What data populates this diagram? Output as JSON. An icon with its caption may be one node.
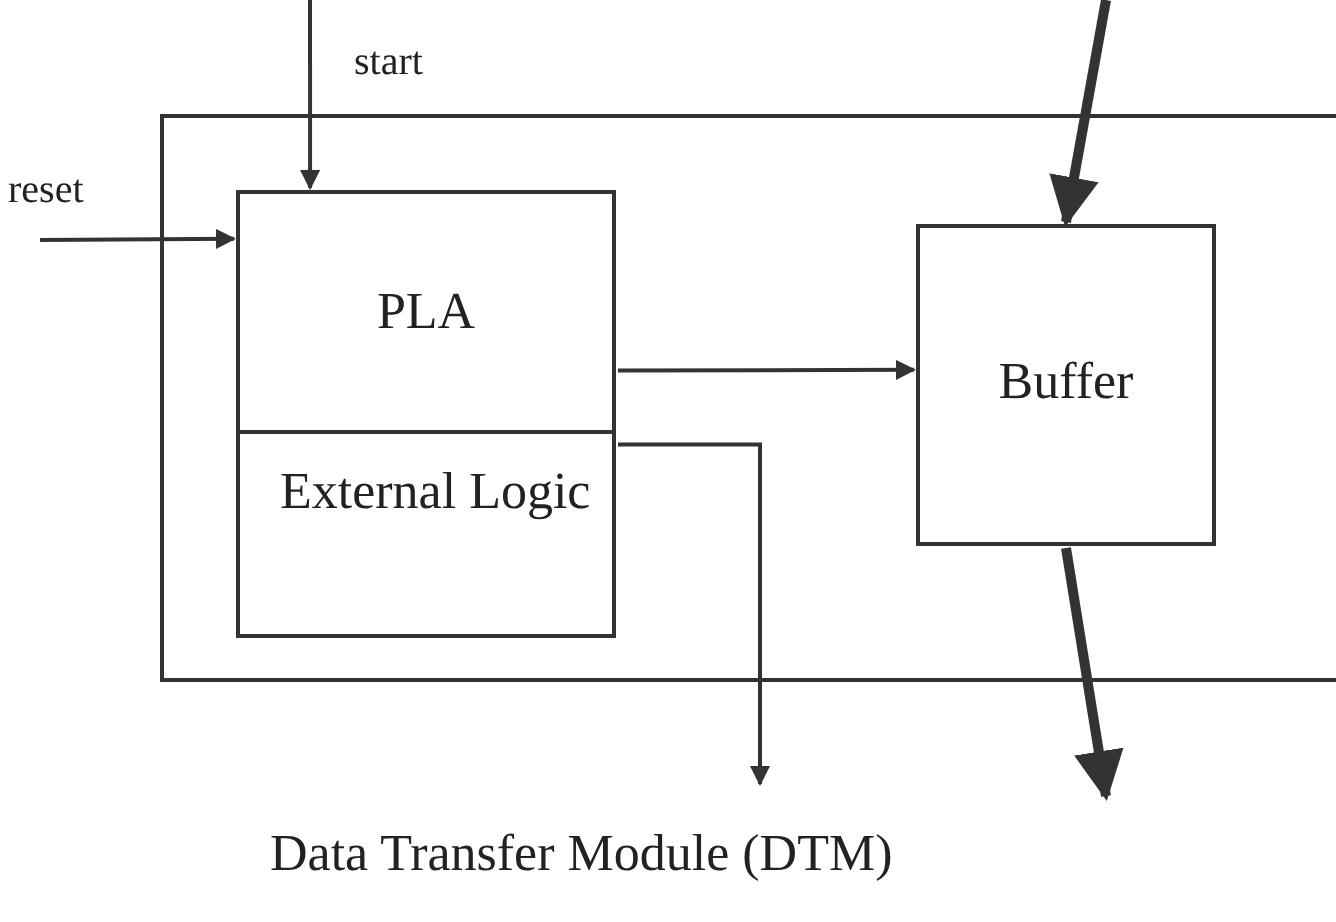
{
  "diagram": {
    "nodes": [
      {
        "text": [
          "Data Transfer Module (DTM)"
        ]
      },
      {
        "text": [
          "PLA"
        ],
        "in": 0
      },
      {
        "text": [
          "External Logic"
        ],
        "in": 0
      },
      {
        "text": [
          "Buffer"
        ],
        "in": 0
      }
    ],
    "edges": [
      {
        "from": null,
        "to": 1,
        "arrow": "to",
        "label": "start"
      },
      {
        "from": null,
        "to": 1,
        "arrow": "to",
        "label": "reset"
      },
      {
        "from": 1,
        "to": 3,
        "arrow": "to"
      },
      {
        "from": 2,
        "to": null,
        "arrow": "to"
      },
      {
        "from": null,
        "to": 3,
        "arrow": "to",
        "style": "thick"
      },
      {
        "from": 3,
        "to": null,
        "arrow": "to",
        "style": "thick"
      }
    ]
  }
}
